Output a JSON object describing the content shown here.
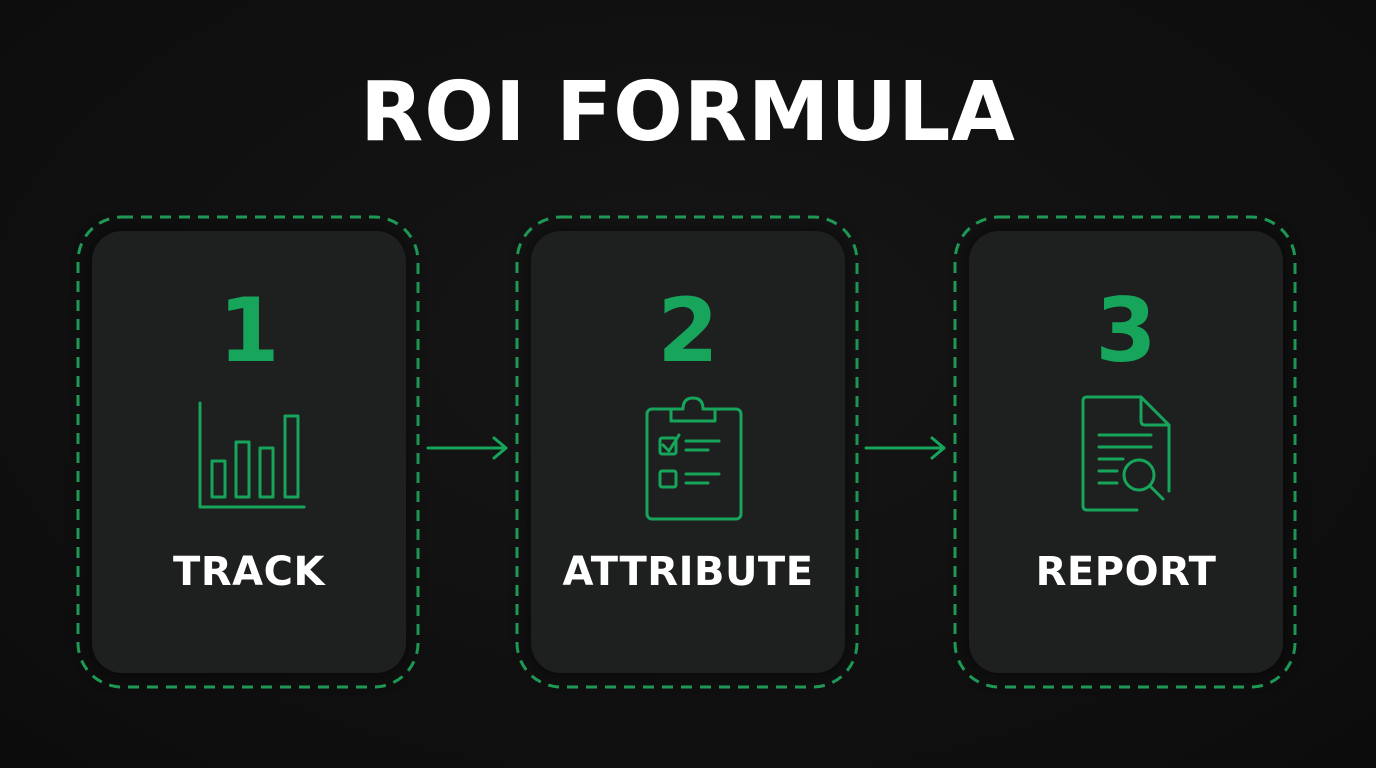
{
  "title": "ROI FORMULA",
  "colors": {
    "background": "#0f0f0f",
    "card": "#1e1f1f",
    "accent_green": "#16a55a",
    "dashed_border": "#1f9e58",
    "text": "#ffffff"
  },
  "steps": [
    {
      "number": "1",
      "label": "TRACK",
      "icon": "bar-chart-icon"
    },
    {
      "number": "2",
      "label": "ATTRIBUTE",
      "icon": "clipboard-checklist-icon"
    },
    {
      "number": "3",
      "label": "REPORT",
      "icon": "document-search-icon"
    }
  ],
  "connectors": [
    {
      "from": "1",
      "to": "2",
      "icon": "arrow-right-icon"
    },
    {
      "from": "2",
      "to": "3",
      "icon": "arrow-right-icon"
    }
  ]
}
